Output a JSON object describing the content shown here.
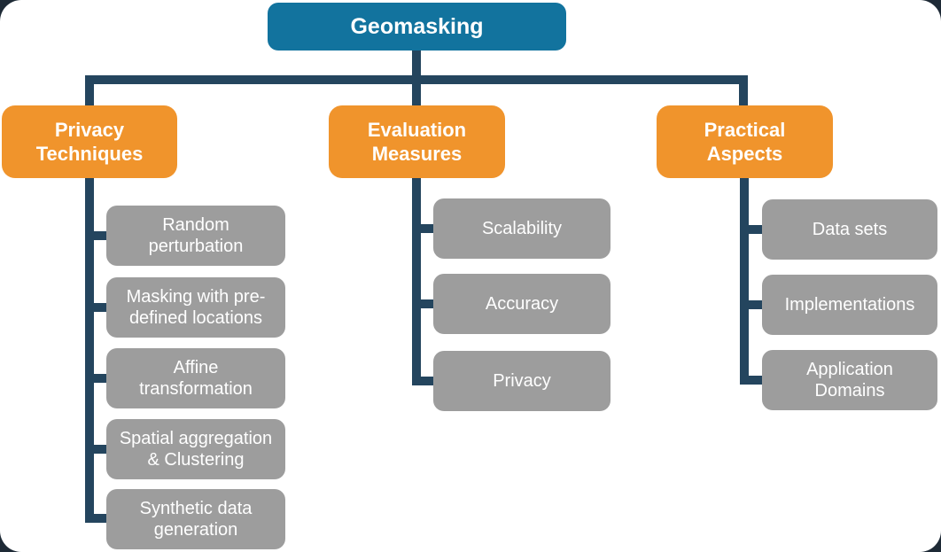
{
  "diagram": {
    "root": {
      "label": "Geomasking"
    },
    "branches": [
      {
        "label": "Privacy\nTechniques",
        "children": [
          {
            "label": "Random\nperturbation"
          },
          {
            "label": "Masking with pre-\ndefined locations"
          },
          {
            "label": "Affine\ntransformation"
          },
          {
            "label": "Spatial aggregation\n& Clustering"
          },
          {
            "label": "Synthetic data\ngeneration"
          }
        ]
      },
      {
        "label": "Evaluation\nMeasures",
        "children": [
          {
            "label": "Scalability"
          },
          {
            "label": "Accuracy"
          },
          {
            "label": "Privacy"
          }
        ]
      },
      {
        "label": "Practical\nAspects",
        "children": [
          {
            "label": "Data sets"
          },
          {
            "label": "Implementations"
          },
          {
            "label": "Application\nDomains"
          }
        ]
      }
    ]
  },
  "colors": {
    "root-fill": "#12739E",
    "branch-fill": "#F0942C",
    "leaf-fill": "#9D9D9D",
    "connector": "#24455E",
    "node-text": "#FFFFFF",
    "page-bg": "#FFFFFF",
    "corner-bg": "#1E2A36"
  }
}
